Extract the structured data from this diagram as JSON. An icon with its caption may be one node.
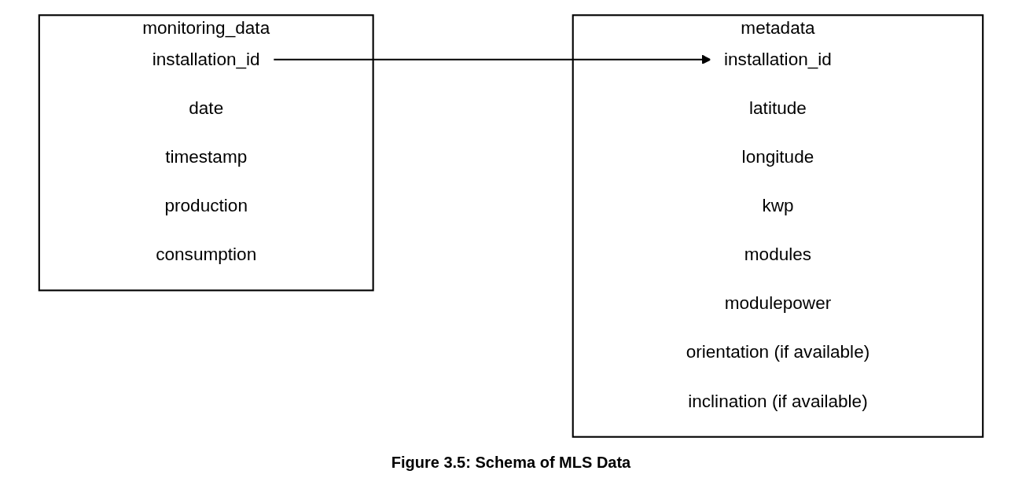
{
  "diagram": {
    "caption": "Figure 3.5: Schema of MLS Data",
    "nodes": [
      {
        "text": [
          "monitoring_data"
        ]
      },
      {
        "text": [
          "installation_id"
        ],
        "in": 0
      },
      {
        "text": [
          "date"
        ],
        "in": 0
      },
      {
        "text": [
          "timestamp"
        ],
        "in": 0
      },
      {
        "text": [
          "production"
        ],
        "in": 0
      },
      {
        "text": [
          "consumption"
        ],
        "in": 0
      },
      {
        "text": [
          "metadata"
        ]
      },
      {
        "text": [
          "installation_id"
        ],
        "in": 6
      },
      {
        "text": [
          "latitude"
        ],
        "in": 6
      },
      {
        "text": [
          "longitude"
        ],
        "in": 6
      },
      {
        "text": [
          "kwp"
        ],
        "in": 6
      },
      {
        "text": [
          "modules"
        ],
        "in": 6
      },
      {
        "text": [
          "modulepower"
        ],
        "in": 6
      },
      {
        "text": [
          "orientation (if available)"
        ],
        "in": 6
      },
      {
        "text": [
          "inclination (if available)"
        ],
        "in": 6
      }
    ],
    "edges": [
      {
        "from": 1,
        "to": 7,
        "arrow": "to"
      }
    ]
  }
}
